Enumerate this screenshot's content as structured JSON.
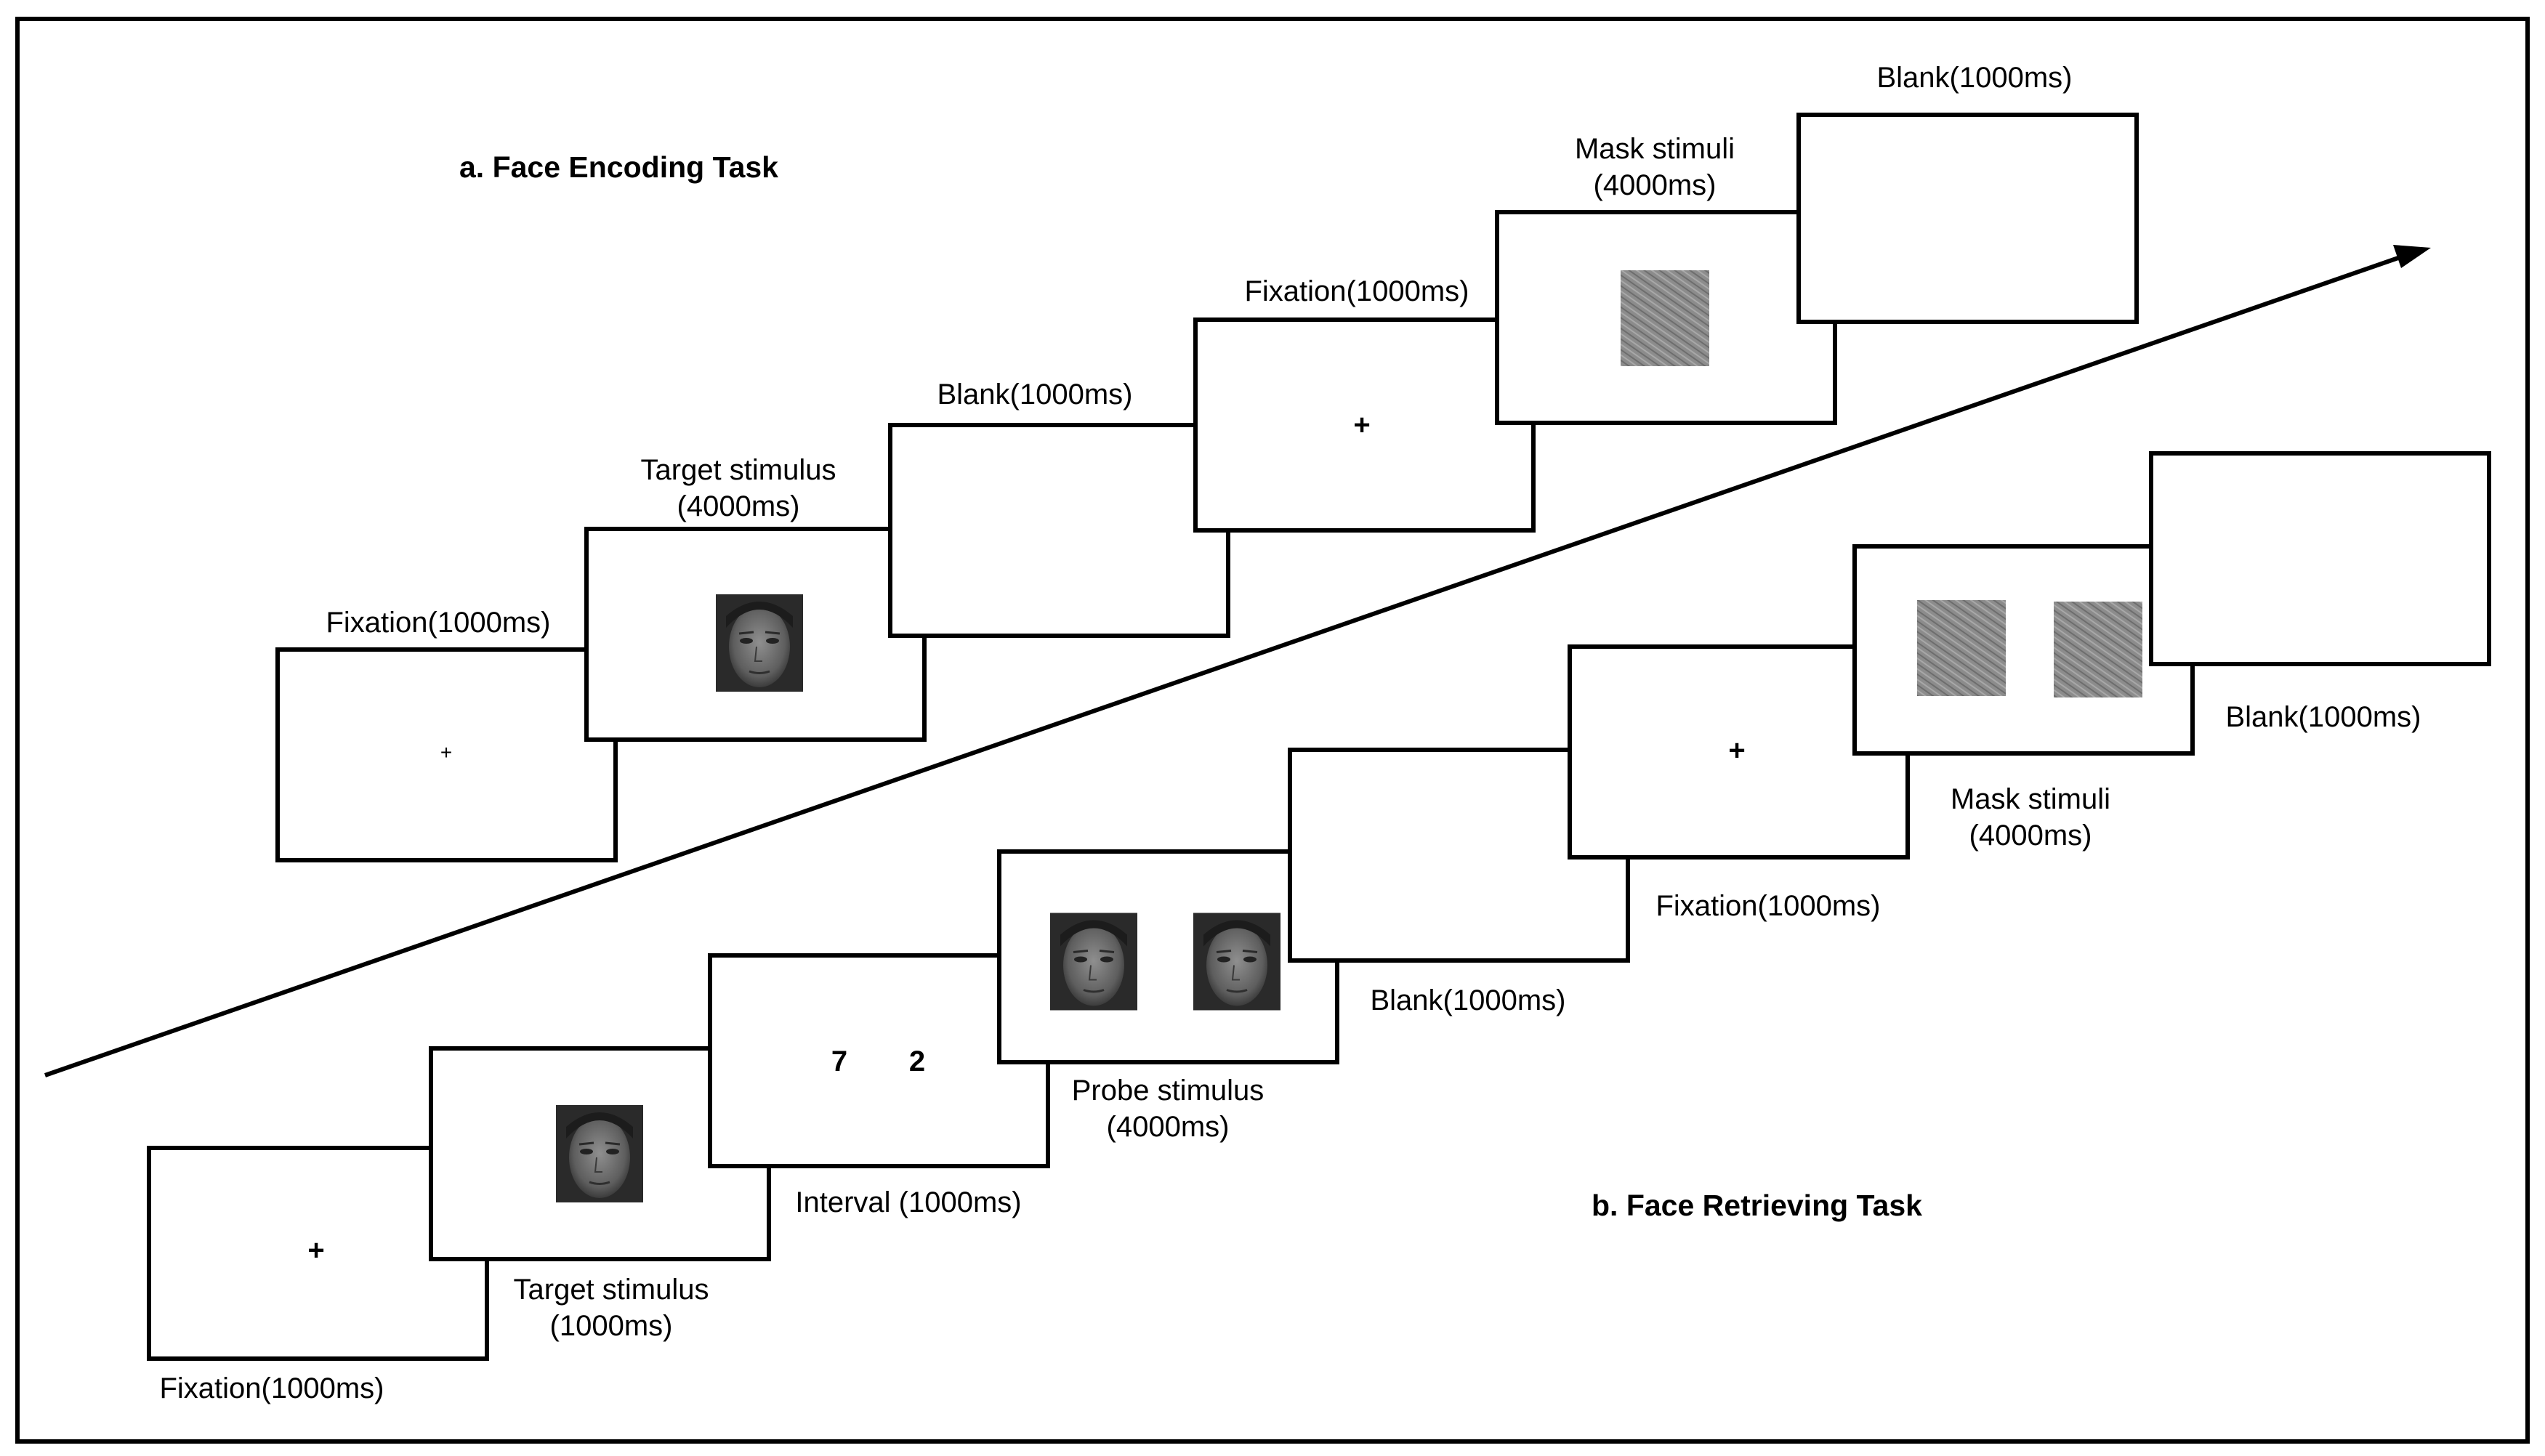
{
  "encoding": {
    "title": "a. Face Encoding Task",
    "screens": [
      {
        "label_lines": [
          "Fixation(1000ms)"
        ],
        "content": "fixation",
        "fixation": "+"
      },
      {
        "label_lines": [
          "Target stimulus",
          "(4000ms)"
        ],
        "content": "face"
      },
      {
        "label_lines": [
          "Blank(1000ms)"
        ],
        "content": "blank"
      },
      {
        "label_lines": [
          "Fixation(1000ms)"
        ],
        "content": "fixation",
        "fixation": "+"
      },
      {
        "label_lines": [
          "Mask stimuli",
          "(4000ms)"
        ],
        "content": "mask"
      },
      {
        "label_lines": [
          "Blank(1000ms)"
        ],
        "content": "blank"
      }
    ]
  },
  "retrieving": {
    "title": "b. Face Retrieving Task",
    "screens": [
      {
        "label_lines": [
          "Fixation(1000ms)"
        ],
        "content": "fixation",
        "fixation": "+"
      },
      {
        "label_lines": [
          "Target stimulus",
          "(1000ms)"
        ],
        "content": "face"
      },
      {
        "label_lines": [
          "Interval (1000ms)"
        ],
        "content": "digits",
        "digits": [
          "7",
          "2"
        ]
      },
      {
        "label_lines": [
          "Probe  stimulus",
          "(4000ms)"
        ],
        "content": "two-faces"
      },
      {
        "label_lines": [
          "Blank(1000ms)"
        ],
        "content": "blank"
      },
      {
        "label_lines": [
          "Fixation(1000ms)"
        ],
        "content": "fixation",
        "fixation": "+"
      },
      {
        "label_lines": [
          "Mask stimuli",
          "(4000ms)"
        ],
        "content": "two-masks"
      },
      {
        "label_lines": [
          "Blank(1000ms)"
        ],
        "content": "blank"
      }
    ]
  },
  "colors": {
    "stroke": "#000000",
    "mask": "#8a8a8a",
    "face": "#555555"
  }
}
